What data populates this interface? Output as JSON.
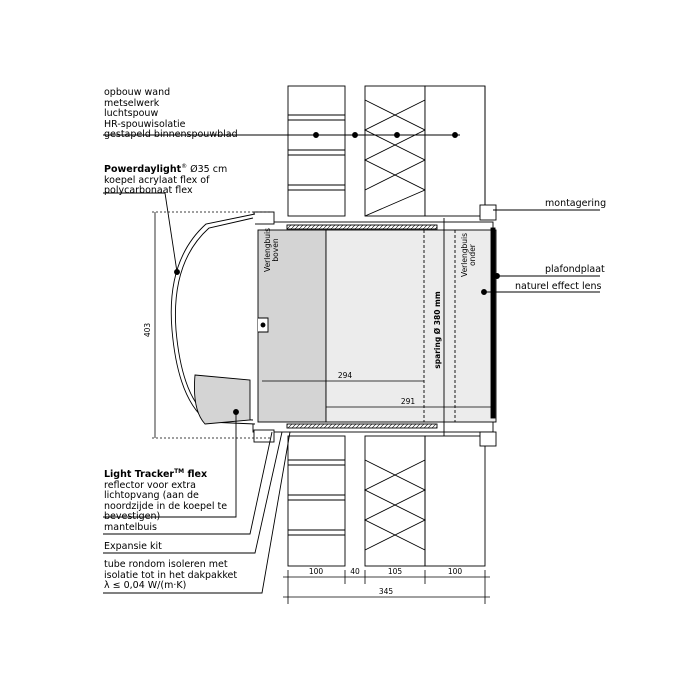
{
  "wall_labels": {
    "title": "opbouw wand",
    "items": [
      "metselwerk",
      "luchtspouw",
      "HR-spouwisolatie",
      "gestapeld binnenspouwblad"
    ]
  },
  "dome_label": {
    "title": "Powerdaylight",
    "title_sup": "®",
    "title_rest": " Ø35 cm",
    "lines": [
      "koepel acrylaat flex of",
      "polycarbonaat flex"
    ]
  },
  "tracker_label": {
    "title": "Light Tracker",
    "title_sup": "TM",
    "title_rest": " flex",
    "lines": [
      "reflector voor extra",
      "lichtopvang (aan de",
      "noordzijde in de koepel te",
      "bevestigen)"
    ]
  },
  "mantelbuis": "mantelbuis",
  "expansie": "Expansie kit",
  "tube_label": [
    "tube rondom isoleren met",
    "isolatie tot in het dakpakket",
    "λ ≤ 0,04 W/(m·K)"
  ],
  "right_labels": {
    "montagering": "montagering",
    "plafondplaat": "plafondplaat",
    "lens": "naturel effect lens"
  },
  "tube_labels": {
    "boven": [
      "Verlengbuis",
      "boven"
    ],
    "onder": [
      "Verlengbuis",
      "onder"
    ],
    "sparing": "sparing Ø 380 mm"
  },
  "dimensions": {
    "height": "403",
    "d294": "294",
    "d291": "291",
    "layers": [
      "100",
      "40",
      "105",
      "100"
    ],
    "total": "345"
  }
}
